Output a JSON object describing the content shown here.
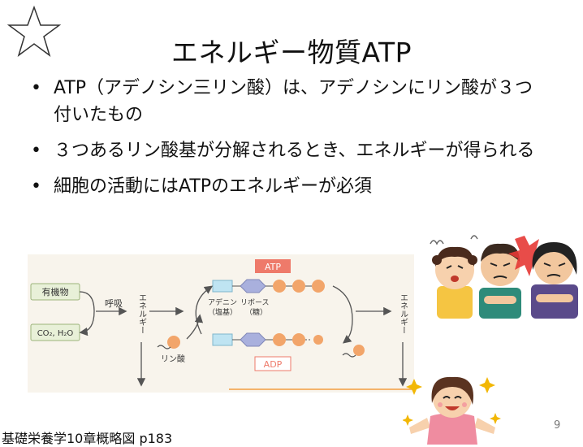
{
  "slide": {
    "title": "エネルギー物質ATP",
    "bullets": [
      "ATP（アデノシン三リン酸）は、アデノシンにリン酸が３つ付いたもの",
      "３つあるリン酸基が分解されるとき、エネルギーが得られる",
      "細胞の活動にはATPのエネルギーが必須"
    ],
    "bullet_symbol": "•",
    "caption": "基礎栄養学10章概略図 p183",
    "page_number": "9"
  },
  "diagram": {
    "organic_label": "有機物",
    "product_label": "CO₂, H₂O",
    "respiration_label": "呼吸",
    "energy_label_left": "エネルギー",
    "energy_label_right": "エネルギー",
    "atp_label": "ATP",
    "adp_label": "ADP",
    "adenine_label": "アデニン",
    "adenine_sub": "（塩基）",
    "ribose_label": "リボース",
    "ribose_sub": "（糖）",
    "phosphate_label": "リン酸",
    "colors": {
      "background": "#f8f4ec",
      "label_fill": "#e8f0d8",
      "label_stroke": "#9bb37a",
      "blue_box": "#bfe4f2",
      "ribose": "#a9b0dd",
      "phosphate": "#f2a56a",
      "atp_fill": "#ee7a6a",
      "adp_stroke": "#ee7a6a",
      "bottom_line": "#f4b36b"
    }
  }
}
